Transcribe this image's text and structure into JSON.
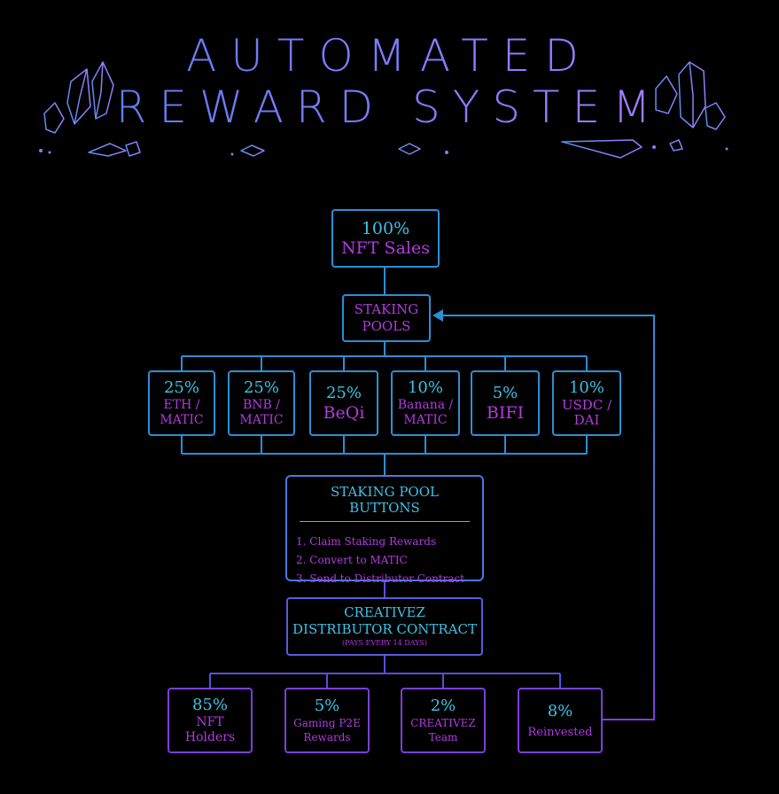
{
  "title": {
    "line1": "AUTOMATED",
    "line2": "REWARD SYSTEM"
  },
  "sales": {
    "pct": "100%",
    "label": "NFT Sales"
  },
  "staking": {
    "label": "STAKING POOLS"
  },
  "pools": [
    {
      "pct": "25%",
      "label": "ETH / MATIC"
    },
    {
      "pct": "25%",
      "label": "BNB / MATIC"
    },
    {
      "pct": "25%",
      "label": "BeQi"
    },
    {
      "pct": "10%",
      "label": "Banana / MATIC"
    },
    {
      "pct": "5%",
      "label": "BIFI"
    },
    {
      "pct": "10%",
      "label": "USDC / DAI"
    }
  ],
  "buttons": {
    "title": "STAKING POOL BUTTONS",
    "steps": [
      "1. Claim Staking Rewards",
      "2. Convert to MATIC",
      "3. Send to Distributor Contract"
    ]
  },
  "distributor": {
    "line1": "CREATIVEZ",
    "line2": "DISTRIBUTOR CONTRACT",
    "note": "(PAYS EVERY 14 DAYS)"
  },
  "outputs": [
    {
      "pct": "85%",
      "label": "NFT Holders"
    },
    {
      "pct": "5%",
      "label": "Gaming P2E Rewards"
    },
    {
      "pct": "2%",
      "label": "CREATIVEZ Team"
    },
    {
      "pct": "8%",
      "label": "Reinvested"
    }
  ],
  "colors": {
    "blue": "#2a8fd6",
    "purple": "#7b3fd8",
    "cyan": "#3cc3e8",
    "magenta": "#b23be0"
  }
}
